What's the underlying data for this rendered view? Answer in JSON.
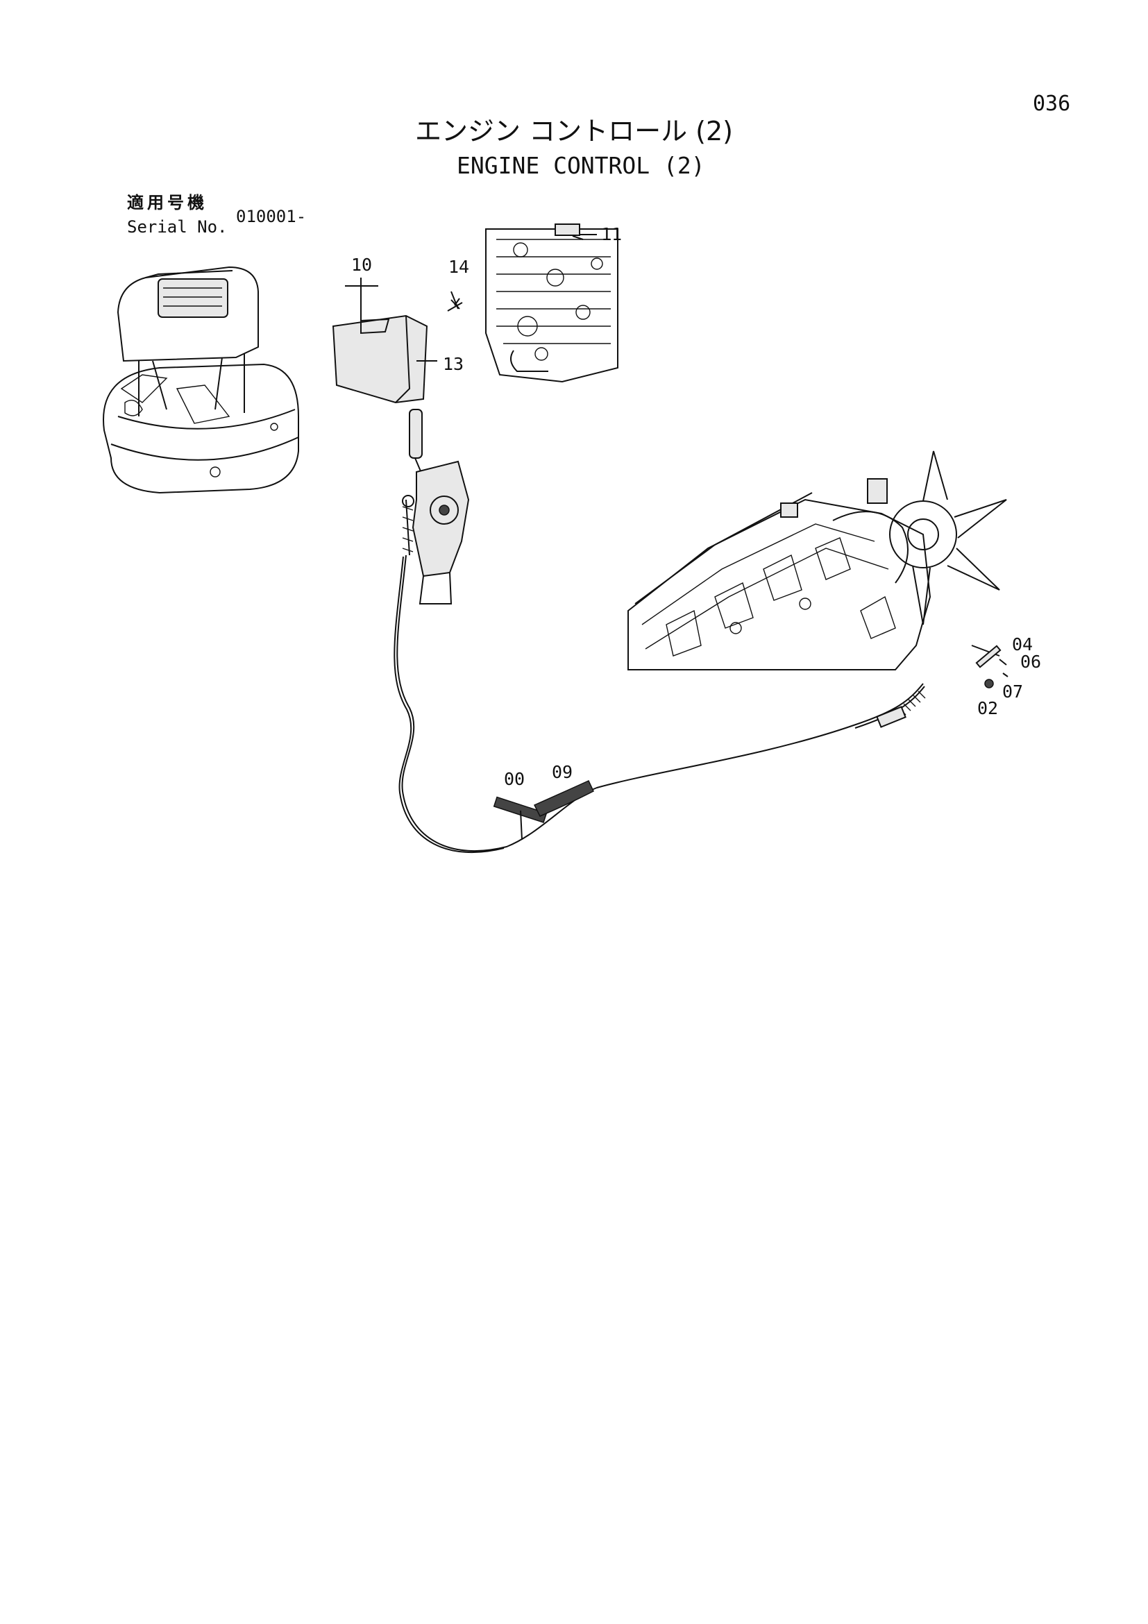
{
  "header": {
    "page_number": "036",
    "title_jp": "エンジン コントロール (2)",
    "title_en": "ENGINE CONTROL (2)"
  },
  "serial": {
    "label_jp": "適用号機",
    "label_en": "Serial No.",
    "value": "010001-"
  },
  "callouts": {
    "c10": "10",
    "c14": "14",
    "c11": "11",
    "c13": "13",
    "c04": "04",
    "c06": "06",
    "c07": "07",
    "c02": "02",
    "c00": "00",
    "c09": "09"
  }
}
